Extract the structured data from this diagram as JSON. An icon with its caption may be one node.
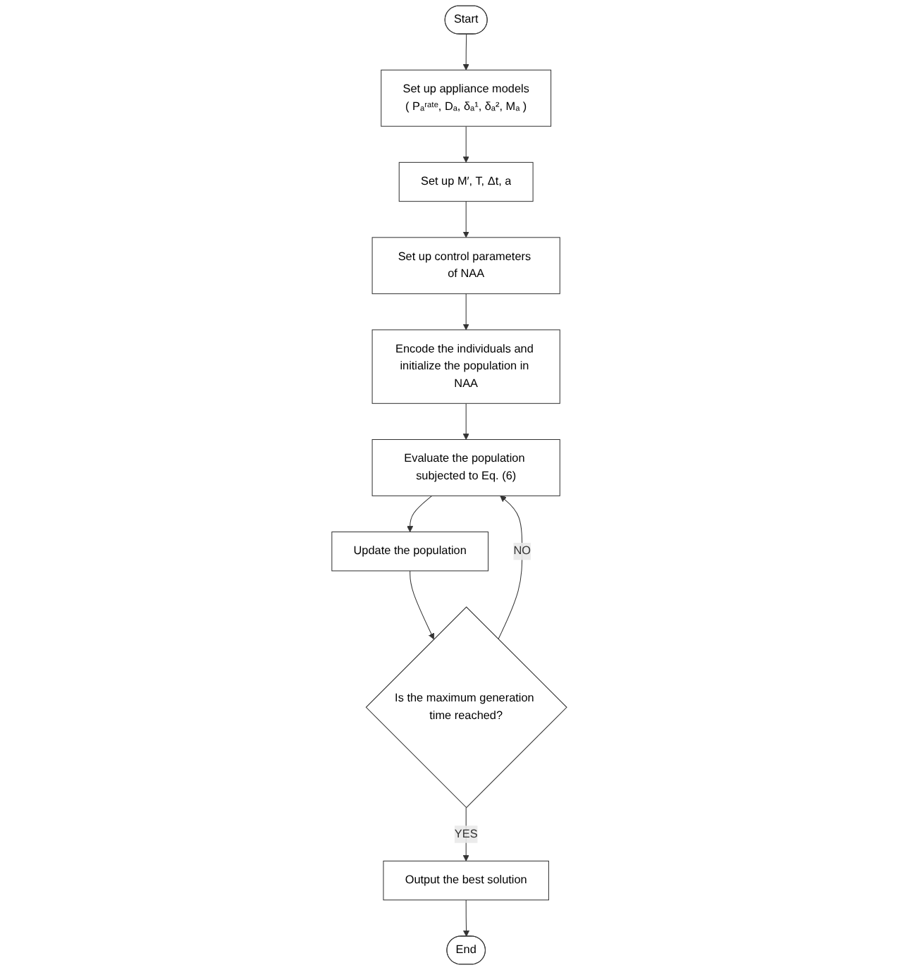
{
  "diagram": {
    "nodes": [
      {
        "text": [
          "Start"
        ]
      },
      {
        "text": [
          "Set up appliance models",
          "( Pₐʳᵃᵗᵉ, Dₐ, δₐ¹, δₐ², Mₐ )"
        ]
      },
      {
        "text": [
          "Set up M′, T, Δt, a"
        ]
      },
      {
        "text": [
          "Set up control parameters of NAA"
        ]
      },
      {
        "text": [
          "Encode the individuals and initialize the population in NAA"
        ]
      },
      {
        "text": [
          "Evaluate the population subjected to Eq. (6)"
        ]
      },
      {
        "text": [
          "Update the population"
        ]
      },
      {
        "text": [
          "Is the maximum generation time reached?"
        ]
      },
      {
        "text": [
          "Output the best solution"
        ]
      },
      {
        "text": [
          "End"
        ]
      }
    ],
    "edges": [
      {
        "from": 0,
        "to": 1,
        "arrow": "to"
      },
      {
        "from": 1,
        "to": 2,
        "arrow": "to"
      },
      {
        "from": 2,
        "to": 3,
        "arrow": "to"
      },
      {
        "from": 3,
        "to": 4,
        "arrow": "to"
      },
      {
        "from": 4,
        "to": 5,
        "arrow": "to"
      },
      {
        "from": 5,
        "to": 6,
        "arrow": "to"
      },
      {
        "from": 6,
        "to": 7,
        "arrow": "to"
      },
      {
        "from": 7,
        "to": 8,
        "arrow": "to",
        "label": "YES"
      },
      {
        "from": 7,
        "to": 5,
        "arrow": "to",
        "label": "NO"
      },
      {
        "from": 8,
        "to": 9,
        "arrow": "to"
      }
    ]
  }
}
